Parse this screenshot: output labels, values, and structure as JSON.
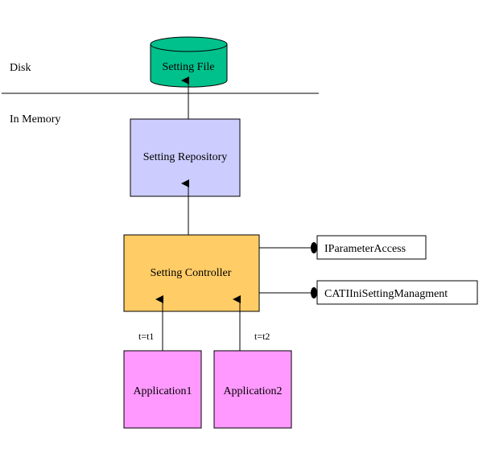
{
  "zones": {
    "disk": "Disk",
    "memory": "In Memory"
  },
  "nodes": {
    "setting_file": {
      "label": "Setting File",
      "color": "#00c08c"
    },
    "repository": {
      "label": "Setting Repository",
      "color": "#ccccff"
    },
    "controller": {
      "label": "Setting Controller",
      "color": "#ffcc66"
    },
    "app1": {
      "label": "Application1",
      "color": "#ff99ff"
    },
    "app2": {
      "label": "Application2",
      "color": "#ff99ff"
    }
  },
  "interfaces": {
    "iparameter": "IParameterAccess",
    "catiini": "CATIIniSettingManagment"
  },
  "edges": {
    "t1": "t=t1",
    "t2": "t=t2"
  }
}
